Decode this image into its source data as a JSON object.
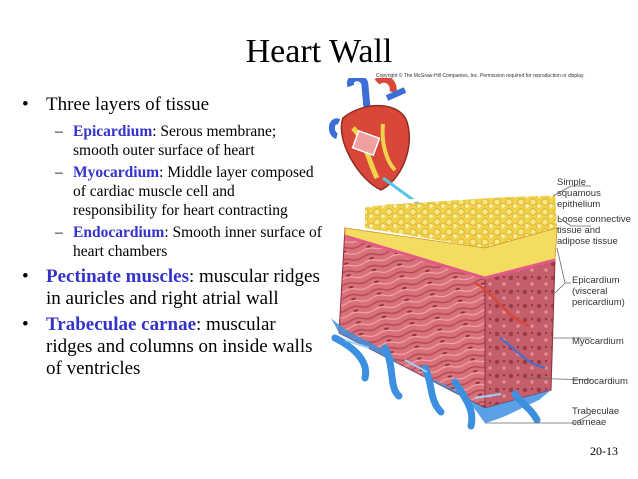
{
  "slide": {
    "title": "Heart Wall",
    "copyright": "Copyright © The McGraw-Hill Companies, Inc. Permission required for reproduction or display.",
    "page_number": "20-13"
  },
  "bullets": {
    "b1": {
      "text": "Three layers of tissue"
    },
    "sub1": {
      "term": "Epicardium",
      "desc": ": Serous membrane; smooth outer surface of heart"
    },
    "sub2": {
      "term": "Myocardium",
      "desc": ": Middle layer composed of cardiac muscle cell and responsibility for heart contracting"
    },
    "sub3": {
      "term": "Endocardium",
      "desc": ": Smooth inner surface of heart chambers"
    },
    "b2": {
      "term": "Pectinate muscles",
      "desc": ": muscular ridges in auricles and right atrial wall"
    },
    "b3": {
      "term": "Trabeculae carnae",
      "desc": ": muscular ridges and columns on inside walls of ventricles"
    }
  },
  "figure": {
    "labels": {
      "simple_squamous": "Simple squamous epithelium",
      "loose_connective": "Loose connective tissue and adipose tissue",
      "epicardium": "Epicardium (visceral pericardium)",
      "myocardium": "Myocardium",
      "endocardium": "Endocardium",
      "trabeculae": "Trabeculae carneae"
    },
    "colors": {
      "muscle": "#d9707a",
      "muscle_dark": "#b04a57",
      "fat": "#f2d24a",
      "vessel_blue": "#3d8fe0",
      "pointer_arrow": "#58c4e8"
    }
  }
}
